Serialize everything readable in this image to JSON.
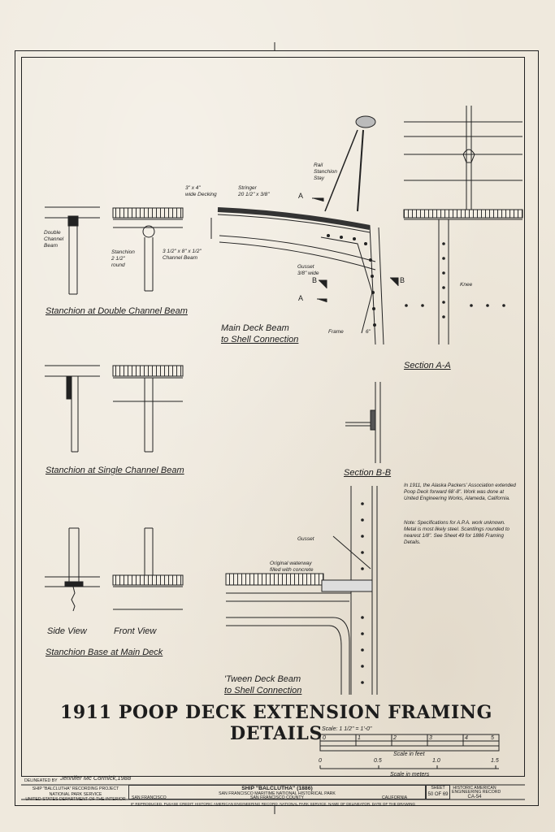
{
  "title": "1911 POOP DECK EXTENSION FRAMING DETAILS",
  "views": {
    "double_channel": "Stanchion at Double Channel Beam",
    "single_channel": "Stanchion at Single Channel Beam",
    "side_view": "Side View",
    "front_view": "Front View",
    "stanchion_base": "Stanchion Base at Main Deck",
    "main_deck_1": "Main Deck Beam",
    "main_deck_2": "to Shell Connection",
    "section_aa": "Section A-A",
    "section_bb": "Section B-B",
    "tween_1": "'Tween Deck Beam",
    "tween_2": "to Shell Connection"
  },
  "callouts": {
    "double_channel_beam_1": "Double",
    "double_channel_beam_2": "Channel",
    "double_channel_beam_3": "Beam",
    "stanchion_1": "Stanchion",
    "stanchion_2": "2 1/2\"",
    "stanchion_3": "round",
    "decking_1": "3\" x 4\"",
    "decking_2": "wide Decking",
    "channel_1": "3 1/2\" x 8\" x 1/2\"",
    "channel_2": "Channel Beam",
    "stringer_1": "Stringer",
    "stringer_2": "20 1/2\" x 3/8\"",
    "rail_1": "Rail",
    "rail_2": "Stanchion",
    "rail_3": "Stay",
    "gusset_1": "Gusset",
    "gusset_2": "3/8\" wide",
    "frame": "Frame",
    "frame_dim": "6\"",
    "knee": "Knee",
    "mark_a": "A",
    "mark_b": "B",
    "gusset_low": "Gusset",
    "waterway_1": "Original waterway",
    "waterway_2": "filled with concrete"
  },
  "notes": {
    "history": "In 1911, the Alaska Packers' Association extended Poop Deck forward 68'-8\". Work was done at United Engineering Works, Alameda, California.",
    "spec": "Note: Specifications for A.P.A. work unknown. Metal is most likely steel. Scantlings rounded to nearest 1/8\". See Sheet 49 for 1886 Framing Details."
  },
  "scale": {
    "label": "Scale: 1 1/2\" = 1'-0\"",
    "feet_ticks": [
      "0",
      "1",
      "2",
      "3",
      "4",
      "5"
    ],
    "feet_caption": "Scale in feet",
    "meter_ticks": [
      "0",
      "0.5",
      "1.0",
      "1.5"
    ],
    "meter_caption": "Scale in meters"
  },
  "title_block": {
    "delineated": "DELINEATED BY",
    "delineator": "Jennifer Mc Cormick,1988",
    "project_1": "SHIP \"BALCLUTHA\" RECORDING PROJECT",
    "project_2": "NATIONAL PARK SERVICE",
    "project_3": "UNITED STATES DEPARTMENT OF THE INTERIOR",
    "ship": "SHIP \"BALCLUTHA\" (1886)",
    "park": "SAN FRANCISCO MARITIME NATIONAL HISTORICAL PARK",
    "county": "SAN FRANCISCO COUNTY",
    "city": "SAN FRANCISCO",
    "state": "CALIFORNIA",
    "sheet_label": "SHEET",
    "sheet": "50 OF 69",
    "record_1": "HISTORIC AMERICAN",
    "record_2": "ENGINEERING RECORD",
    "record_id": "CA-54",
    "footer": "IF REPRODUCED, PLEASE CREDIT: HISTORIC AMERICAN ENGINEERING RECORD, NATIONAL PARK SERVICE, NAME OF DELINEATOR, DATE OF THE DRAWING"
  }
}
